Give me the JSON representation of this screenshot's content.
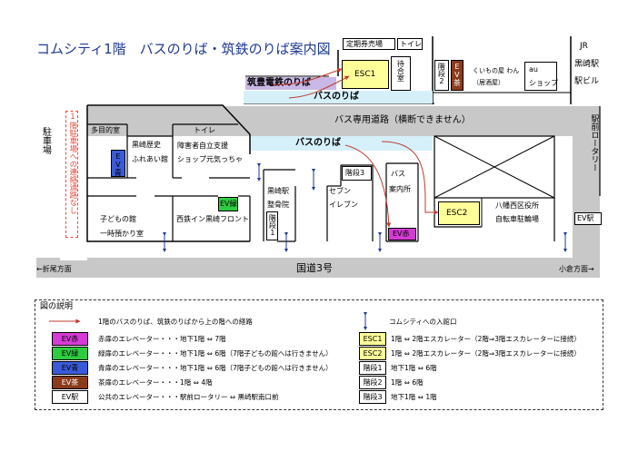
{
  "title": "コムシティ1階　バスのりば・筑鉄のりば案内図",
  "top": {
    "ticket_office": "定期券売場",
    "toilet": "トイレ",
    "esc1": "ESC1",
    "waiting_room": "待合室",
    "stairs2": "階段2",
    "ev_brown": "EV茶",
    "kuimonoya_line1": "くいもの屋 わん",
    "kuimonoya_line2": "（居酒屋）",
    "au_line1": "au",
    "au_line2": "ショップ",
    "jr_line1": "JR",
    "jr_line2": "黒崎駅",
    "jr_line3": "駅ビル"
  },
  "platforms": {
    "chikuho": "筑豊電鉄のりば",
    "bus_top": "バスのりば",
    "bus_road": "バス専用道路（横断できません）",
    "bus_mid": "バスのりば"
  },
  "left": {
    "parking": "駐車場",
    "stairs_note": "1階駐車場への連絡通路なし",
    "multipurpose": "多目的室",
    "ev_blue": "EV青",
    "kurosaki_history": "黒崎歴史",
    "fureai": "ふれあい館",
    "toilet": "トイレ",
    "disabled_support": "障害者自立支援",
    "shop_genki": "ショップ元気っちゃ",
    "ev_green": "EV緑",
    "kodomo": "子どもの館",
    "ichiji": "一時預かり室",
    "nishitetsu_inn": "西鉄イン黒崎フロント"
  },
  "center": {
    "police_line1": "黒崎駅",
    "police_line2": "整骨院",
    "stairs1": "階段1",
    "seven_line1": "セブン",
    "seven_line2": "イレブン",
    "stairs3": "階段3",
    "bus_info_line1": "バス",
    "bus_info_line2": "案内所",
    "ev_red": "EV赤",
    "esc2": "ESC2",
    "yahata_ward": "八幡西区役所",
    "bicycle": "自転車駐輪場"
  },
  "right": {
    "station_rotary": "駅前ロータリー",
    "ev_station": "EV駅"
  },
  "road": {
    "route3": "国道3号",
    "west": "←折尾方面",
    "east": "小倉方面→"
  },
  "legend": {
    "heading": "図の説明",
    "route_desc": "1階のバスのりば、筑鉄のりばから上の階への経路",
    "entrance_desc": "コムシティへの入館口",
    "items_left": [
      {
        "label": "EV赤",
        "color": "#d63bd6",
        "desc": "赤扉のエレベーター・・・地下1階 ⇔ 7階"
      },
      {
        "label": "EV緑",
        "color": "#2ecc40",
        "desc": "緑扉のエレベーター・・・地下1階 ⇔ 6階（7階子どもの館へは行きません）"
      },
      {
        "label": "EV青",
        "color": "#3a5bd9",
        "desc": "青扉のエレベーター・・・地下1階 ⇔ 6階（7階子どもの館へは行きません）"
      },
      {
        "label": "EV茶",
        "color": "#8b3a1a",
        "desc": "茶扉のエレベーター・・・1階 ⇔ 4階"
      },
      {
        "label": "EV駅",
        "color": "#ffffff",
        "desc": "公共のエレベーター・・・駅前ロータリー ⇔ 黒崎駅南口前"
      }
    ],
    "items_right": [
      {
        "label": "ESC1",
        "color": "#ffff99",
        "desc": "1階 ⇔ 2階エスカレーター（2階⇒3階エスカレーターに接続）"
      },
      {
        "label": "ESC2",
        "color": "#ffff99",
        "desc": "1階 ⇔ 2階エスカレーター（2階⇒3階エスカレーターに接続）"
      },
      {
        "label": "階段1",
        "color": "#ffffff",
        "desc": "地下1階 ⇔ 6階"
      },
      {
        "label": "階段2",
        "color": "#ffffff",
        "desc": "1階 ⇔ 6階"
      },
      {
        "label": "階段3",
        "color": "#ffffff",
        "desc": "地下1階 ⇔ 1階"
      }
    ]
  },
  "colors": {
    "ev_red": "#d63bd6",
    "ev_green": "#2ecc40",
    "ev_blue": "#3a5bd9",
    "ev_brown": "#8b3a1a",
    "esc": "#ffff99",
    "platform": "#d6f0fa",
    "chikuho_platform": "#c9b8e6",
    "route_arrow": "#c0392b",
    "entrance_arrow": "#1f3a93"
  }
}
